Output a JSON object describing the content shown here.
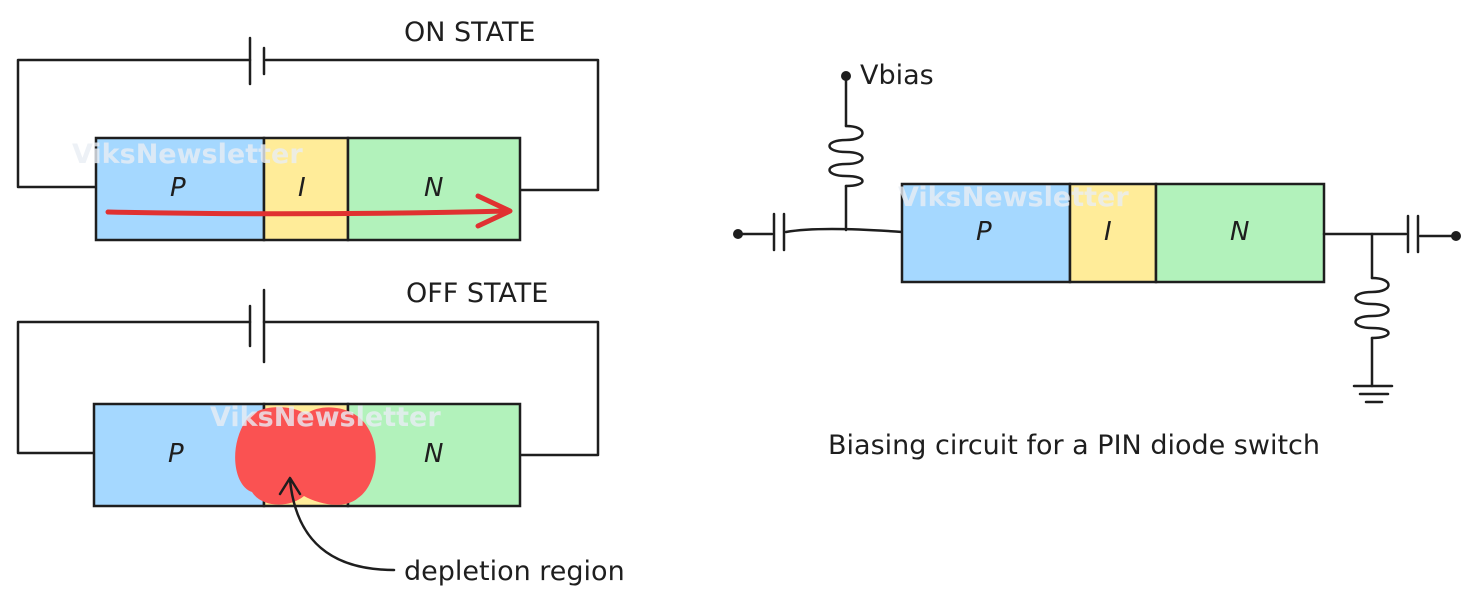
{
  "on_state": {
    "title": "ON STATE",
    "p_label": "P",
    "i_label": "I",
    "n_label": "N",
    "watermark": "ViksNewsletter"
  },
  "off_state": {
    "title": "OFF STATE",
    "p_label": "P",
    "n_label": "N",
    "watermark": "ViksNewsletter",
    "depletion_label": "depletion region"
  },
  "bias_circuit": {
    "vbias_label": "Vbias",
    "p_label": "P",
    "i_label": "I",
    "n_label": "N",
    "watermark": "ViksNewsletter",
    "caption": "Biasing circuit for a PIN diode switch"
  },
  "colors": {
    "p_region": "#a5d8ff",
    "i_region": "#ffec99",
    "n_region": "#b2f2bb",
    "current_arrow": "#e03131",
    "depletion": "#fa5252",
    "ink": "#1e1e1e"
  }
}
